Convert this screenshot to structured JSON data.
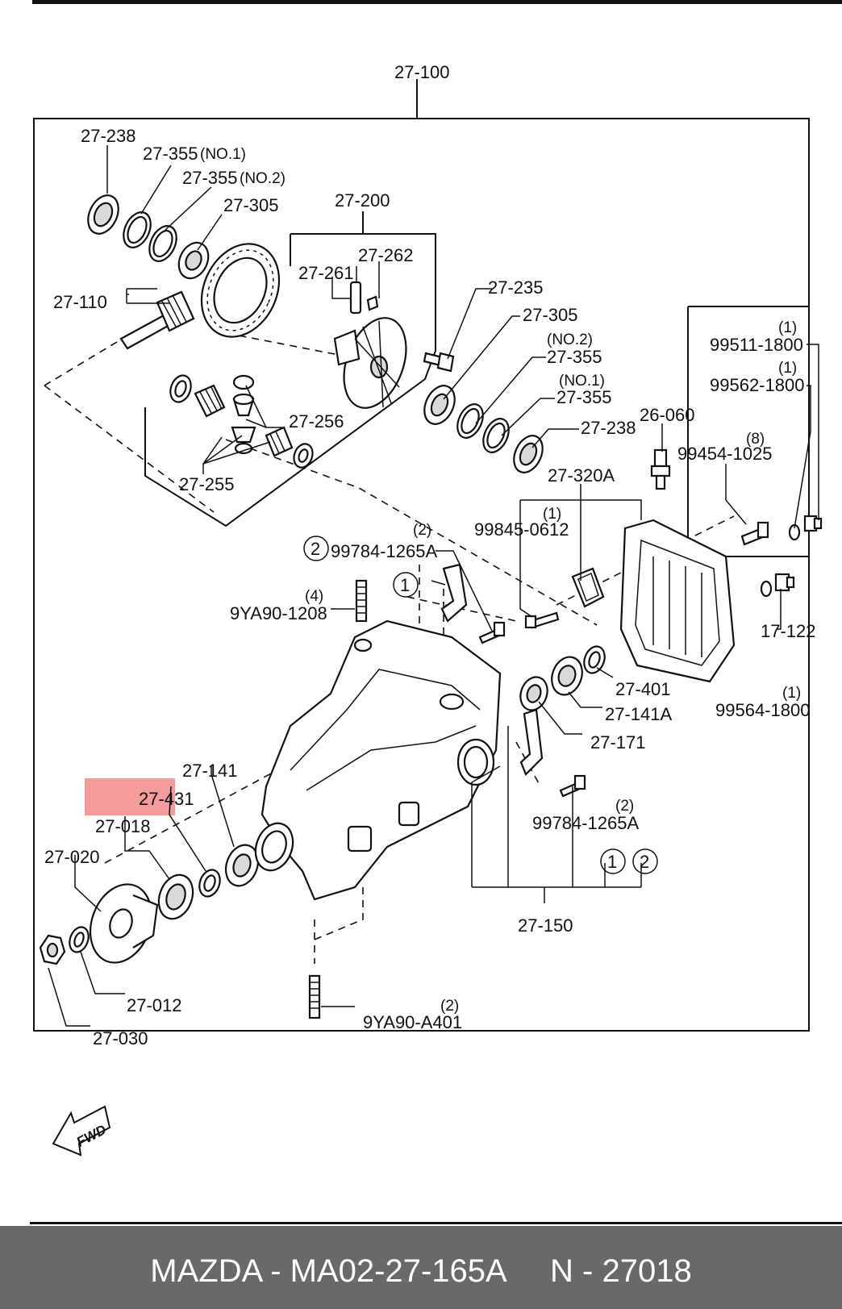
{
  "footer": {
    "title": "MAZDA - MA02-27-165A     N - 27018"
  },
  "highlight": {
    "label": "27-018",
    "color": "#f28b8b"
  },
  "callouts": {
    "c1": "1",
    "c2": "2"
  },
  "labels": {
    "l_27_100": "27-100",
    "l_27_238_a": "27-238",
    "l_27_355_no1_a": "27-355",
    "l_27_355_no1_a_sub": "(NO.1)",
    "l_27_355_no2_a": "27-355",
    "l_27_355_no2_a_sub": "(NO.2)",
    "l_27_305_a": "27-305",
    "l_27_200": "27-200",
    "l_27_262": "27-262",
    "l_27_261": "27-261",
    "l_27_110": "27-110",
    "l_27_235": "27-235",
    "l_27_305_b": "27-305",
    "l_no2_b": "(NO.2)",
    "l_27_355_b": "27-355",
    "l_no1_b": "(NO.1)",
    "l_27_355_c": "27-355",
    "l_27_238_b": "27-238",
    "l_27_256": "27-256",
    "l_27_255": "27-255",
    "l_26_060": "26-060",
    "l_27_320a": "27-320A",
    "l_q1_a": "(1)",
    "l_99845": "99845-0612",
    "l_q8": "(8)",
    "l_99454": "99454-1025",
    "l_q1_b": "(1)",
    "l_99511": "99511-1800",
    "l_q1_c": "(1)",
    "l_99562": "99562-1800",
    "l_q2_a": "(2)",
    "l_99784_a": "99784-1265A",
    "l_q4": "(4)",
    "l_9ya90_1208": "9YA90-1208",
    "l_17_122": "17-122",
    "l_27_401": "27-401",
    "l_q1_d": "(1)",
    "l_99564": "99564-1800",
    "l_27_141a": "27-141A",
    "l_27_171": "27-171",
    "l_27_141": "27-141",
    "l_27_431": "27-431",
    "l_27_020": "27-020",
    "l_q2_b": "(2)",
    "l_99784_b": "99784-1265A",
    "l_27_150": "27-150",
    "l_27_012": "27-012",
    "l_q2_c": "(2)",
    "l_9ya90_a401": "9YA90-A401",
    "l_27_030": "27-030",
    "l_fwd": "FWD"
  }
}
